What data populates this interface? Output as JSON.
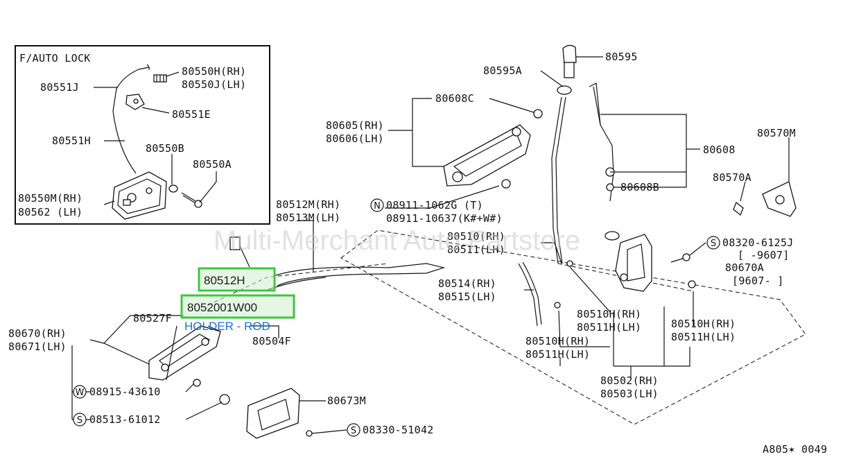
{
  "inset": {
    "title": "F/AUTO LOCK",
    "labels": {
      "p80550H": "80550H(RH)",
      "p80550J": "80550J(LH)",
      "p80551J": "80551J",
      "p80551E": "80551E",
      "p80551H": "80551H",
      "p80550B": "80550B",
      "p80550A": "80550A",
      "p80550M": "80550M(RH)",
      "p80562": "80562 (LH)"
    }
  },
  "labels": {
    "p80595": "80595",
    "p80595A": "80595A",
    "p80608C": "80608C",
    "p80605": "80605(RH)",
    "p80606": "80606(LH)",
    "p80608": "80608",
    "p80608B": "80608B",
    "p80570M": "80570M",
    "p80570A": "80570A",
    "p80512M": "80512M(RH)",
    "p80513M": "80513M(LH)",
    "n08911a": "08911-1062G (T)",
    "n08911b": "08911-10637(K#+W#)",
    "p80510": "80510(RH)",
    "p80511": "80511(LH)",
    "s08320": "08320-6125J",
    "range1": "[    -9607]",
    "p80670A": "80670A",
    "range2": "[9607-    ]",
    "p80514": "80514(RH)",
    "p80515": "80515(LH)",
    "p80510H_a": "80510H(RH)",
    "p80511H_a": "80511H(LH)",
    "p80510H_b": "80510H(RH)",
    "p80511H_b": "80511H(LH)",
    "p80510H_c": "80510H(RH)",
    "p80511H_c": "80511H(LH)",
    "p80504F": "80504F",
    "p80527F": "80527F",
    "p80670": "80670(RH)",
    "p80671": "80671(LH)",
    "w08915": "08915-43610",
    "s08513": "08513-61012",
    "p80673M": "80673M",
    "s08330": "08330-51042",
    "p80502": "80502(RH)",
    "p80503": "80503(LH)",
    "ref": "A805✶ 0049"
  },
  "symbols": {
    "N": "N",
    "S": "S",
    "W": "W"
  },
  "highlights": {
    "box1": "80512H",
    "box2": "8052001W00",
    "caption": "HOLDER - ROD"
  },
  "watermark": "Multi-Merchant Auto Partstore",
  "colors": {
    "highlight_border": "#3cc83c",
    "highlight_fill": "#cfeecf",
    "caption": "#1a6fe0"
  }
}
